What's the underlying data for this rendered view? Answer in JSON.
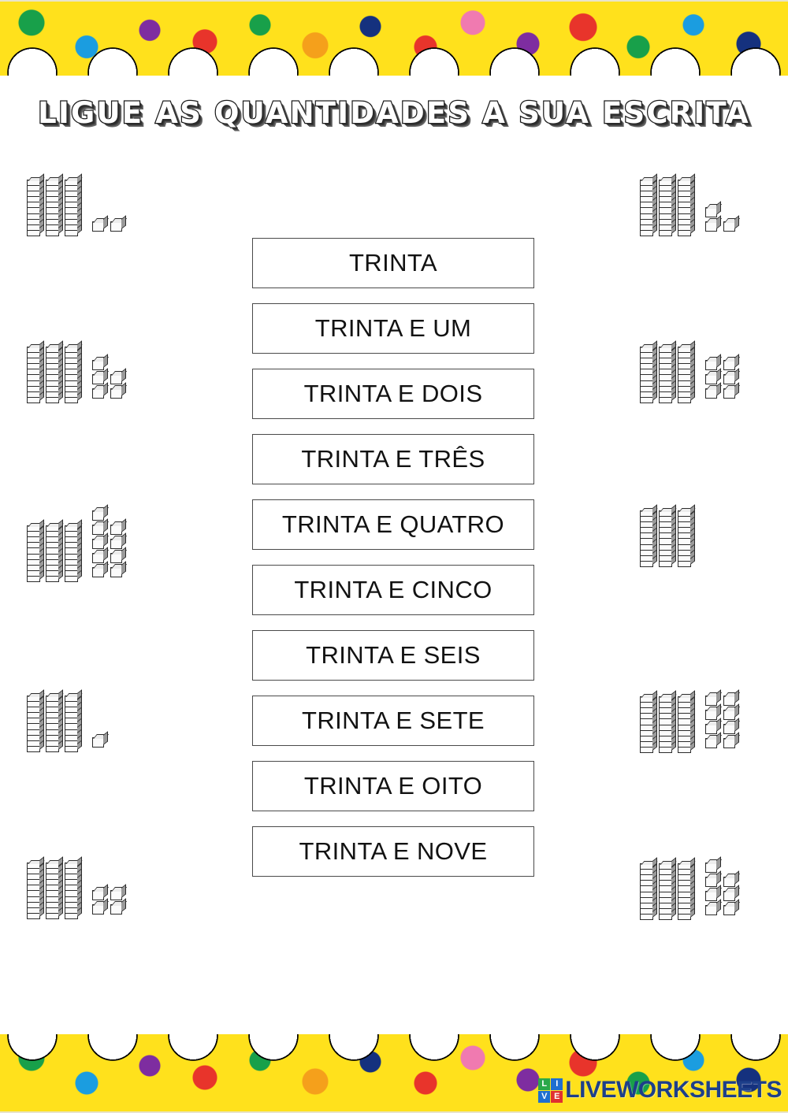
{
  "worksheet": {
    "title": "LIGUE AS QUANTIDADES A SUA ESCRITA",
    "language": "pt-BR",
    "type": "matching-worksheet"
  },
  "word_boxes": [
    {
      "label": "TRINTA",
      "value": 30
    },
    {
      "label": "TRINTA E UM",
      "value": 31
    },
    {
      "label": "TRINTA E DOIS",
      "value": 32
    },
    {
      "label": "TRINTA E TRÊS",
      "value": 33
    },
    {
      "label": "TRINTA E QUATRO",
      "value": 34
    },
    {
      "label": "TRINTA E CINCO",
      "value": 35
    },
    {
      "label": "TRINTA E SEIS",
      "value": 36
    },
    {
      "label": "TRINTA E SETE",
      "value": 37
    },
    {
      "label": "TRINTA E OITO",
      "value": 38
    },
    {
      "label": "TRINTA E NOVE",
      "value": 39
    }
  ],
  "quantities": {
    "left": [
      {
        "name": "quantity-left-1",
        "tens": 3,
        "units": 2,
        "value": 32,
        "unit_rows": [
          2
        ]
      },
      {
        "name": "quantity-left-2",
        "tens": 3,
        "units": 5,
        "value": 35,
        "unit_rows": [
          1,
          2,
          2
        ]
      },
      {
        "name": "quantity-left-3",
        "tens": 3,
        "units": 9,
        "value": 39,
        "unit_rows": [
          1,
          2,
          2,
          2,
          2
        ]
      },
      {
        "name": "quantity-left-4",
        "tens": 3,
        "units": 1,
        "value": 31,
        "unit_rows": [
          1
        ]
      },
      {
        "name": "quantity-left-5",
        "tens": 3,
        "units": 4,
        "value": 34,
        "unit_rows": [
          2,
          2
        ]
      }
    ],
    "right": [
      {
        "name": "quantity-right-1",
        "tens": 3,
        "units": 3,
        "value": 33,
        "unit_rows": [
          1,
          2
        ]
      },
      {
        "name": "quantity-right-2",
        "tens": 3,
        "units": 6,
        "value": 36,
        "unit_rows": [
          2,
          2,
          2
        ]
      },
      {
        "name": "quantity-right-3",
        "tens": 3,
        "units": 0,
        "value": 30,
        "unit_rows": []
      },
      {
        "name": "quantity-right-4",
        "tens": 3,
        "units": 8,
        "value": 38,
        "unit_rows": [
          2,
          2,
          2,
          2
        ]
      },
      {
        "name": "quantity-right-5",
        "tens": 3,
        "units": 7,
        "value": 37,
        "unit_rows": [
          1,
          2,
          2,
          2
        ]
      }
    ]
  },
  "logo": {
    "word": "LIVEWORKSHEETS",
    "cells": [
      {
        "letter": "L",
        "color": "#2aa84a"
      },
      {
        "letter": "I",
        "color": "#1f6fd0"
      },
      {
        "letter": "V",
        "color": "#1f6fd0"
      },
      {
        "letter": "E",
        "color": "#e03030"
      }
    ]
  },
  "colors": {
    "band_background": "#ffe11c",
    "box_border": "#4a4a4a",
    "text": "#121212",
    "logo_word": "#1d3f8a"
  }
}
